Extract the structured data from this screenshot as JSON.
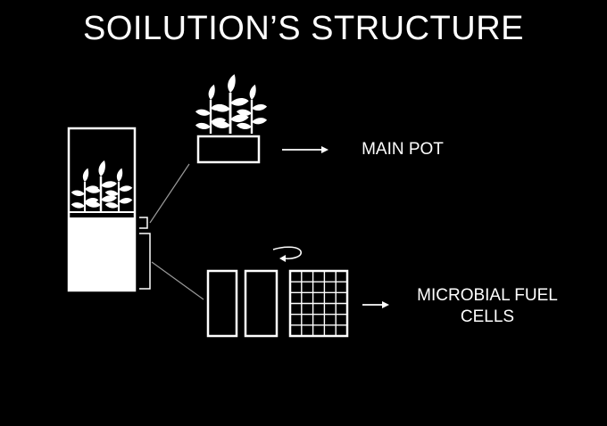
{
  "slide": {
    "title": "SOILUTION’S STRUCTURE",
    "labels": {
      "main_pot": "MAIN POT",
      "mfc_line1": "MICROBIAL FUEL",
      "mfc_line2": "CELLS"
    }
  },
  "colors": {
    "background": "#000000",
    "foreground": "#ffffff"
  },
  "icons": [
    "plant-icon",
    "arrow-right-icon",
    "rotate-arrow-icon",
    "grid-panel-icon"
  ]
}
